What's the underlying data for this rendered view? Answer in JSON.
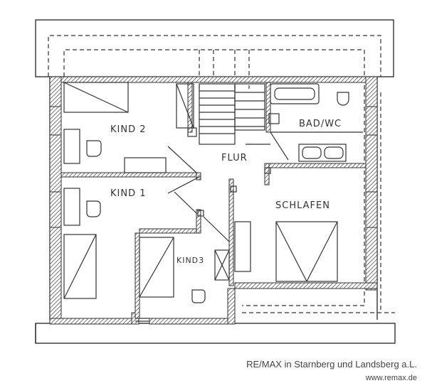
{
  "rooms": {
    "kind2": "KIND 2",
    "kind1": "KIND 1",
    "kind3": "KIND3",
    "flur": "FLUR",
    "bad": "BAD/WC",
    "schlafen": "SCHLAFEN"
  },
  "footer": {
    "company": "RE/MAX in Starnberg und Landsberg a.L.",
    "website": "www.remax.de"
  },
  "colors": {
    "ink": "#333333",
    "hatch": "#555555",
    "background": "#ffffff"
  }
}
